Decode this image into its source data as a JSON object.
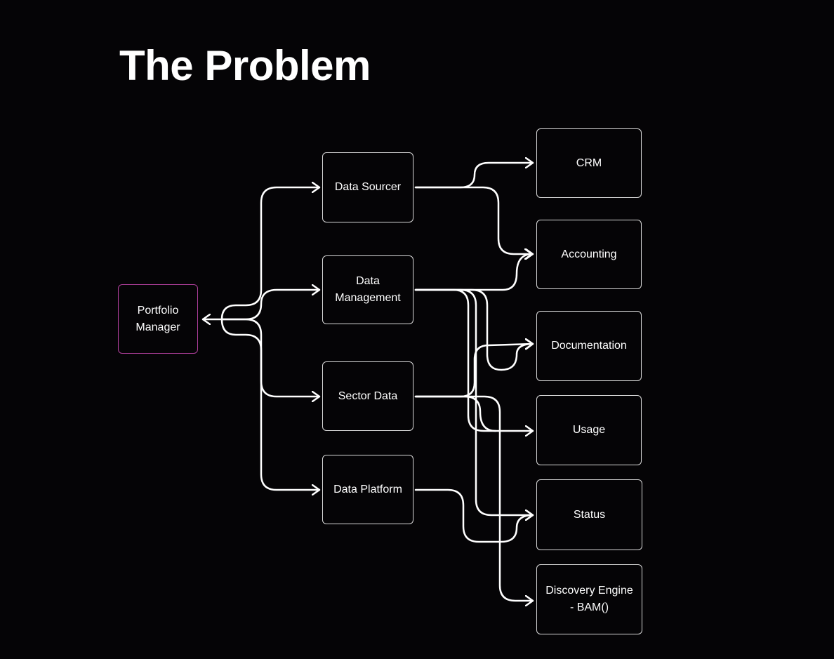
{
  "title": "The Problem",
  "diagram": {
    "root": {
      "label": "Portfolio\nManager",
      "border_color": "#b03f9c"
    },
    "middle": [
      {
        "label": "Data Sourcer"
      },
      {
        "label": "Data\nManagement"
      },
      {
        "label": "Sector Data"
      },
      {
        "label": "Data Platform"
      }
    ],
    "right": [
      {
        "label": "CRM"
      },
      {
        "label": "Accounting"
      },
      {
        "label": "Documentation"
      },
      {
        "label": "Usage"
      },
      {
        "label": "Status"
      },
      {
        "label": "Discovery Engine\n- BAM()"
      }
    ],
    "edges": [
      {
        "from": "Portfolio Manager",
        "to": "Data Sourcer"
      },
      {
        "from": "Portfolio Manager",
        "to": "Data Management"
      },
      {
        "from": "Portfolio Manager",
        "to": "Sector Data"
      },
      {
        "from": "Portfolio Manager",
        "to": "Data Platform"
      },
      {
        "from": "Data Sourcer",
        "to": "CRM"
      },
      {
        "from": "Data Sourcer",
        "to": "Accounting"
      },
      {
        "from": "Data Management",
        "to": "Accounting"
      },
      {
        "from": "Data Management",
        "to": "Documentation"
      },
      {
        "from": "Data Management",
        "to": "Usage"
      },
      {
        "from": "Data Management",
        "to": "Status"
      },
      {
        "from": "Sector Data",
        "to": "Documentation"
      },
      {
        "from": "Sector Data",
        "to": "Usage"
      },
      {
        "from": "Sector Data",
        "to": "Discovery Engine - BAM()"
      },
      {
        "from": "Data Platform",
        "to": "Status"
      }
    ],
    "colors": {
      "background": "#050406",
      "line": "#ffffff",
      "box_border": "#d9d9d9",
      "root_border": "#b03f9c"
    }
  }
}
